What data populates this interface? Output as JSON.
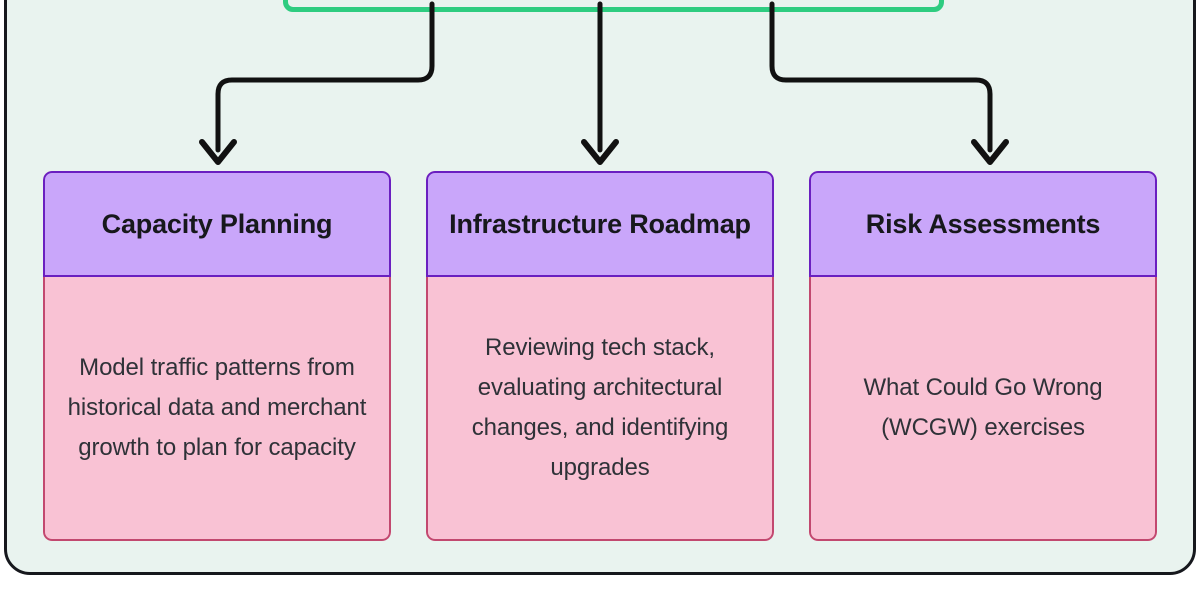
{
  "diagram": {
    "background_color": "#e9f3ef",
    "frame_border_color": "#16181d",
    "parent_node": {
      "label": "",
      "border_color": "#2ecc80",
      "note": "parent node cropped at top of viewport; only bottom edge visible"
    },
    "connectors": [
      {
        "name": "connector-to-capacity-planning",
        "style": "elbow",
        "color": "#111111"
      },
      {
        "name": "connector-to-infrastructure-roadmap",
        "style": "straight",
        "color": "#111111"
      },
      {
        "name": "connector-to-risk-assessments",
        "style": "elbow",
        "color": "#111111"
      }
    ],
    "cards": [
      {
        "id": "capacity-planning",
        "title": "Capacity Planning",
        "description": "Model traffic patterns from historical data and merchant growth to plan for capacity",
        "header_color": "#c9a6fa",
        "header_border_color": "#6a1fc0",
        "body_color": "#f9c2d4",
        "body_border_color": "#c2486f"
      },
      {
        "id": "infrastructure-roadmap",
        "title": "Infrastructure Roadmap",
        "description": "Reviewing tech stack, evaluating architectural changes, and identifying upgrades",
        "header_color": "#c9a6fa",
        "header_border_color": "#6a1fc0",
        "body_color": "#f9c2d4",
        "body_border_color": "#c2486f"
      },
      {
        "id": "risk-assessments",
        "title": "Risk Assessments",
        "description": "What Could Go Wrong (WCGW) exercises",
        "header_color": "#c9a6fa",
        "header_border_color": "#6a1fc0",
        "body_color": "#f9c2d4",
        "body_border_color": "#c2486f"
      }
    ]
  }
}
